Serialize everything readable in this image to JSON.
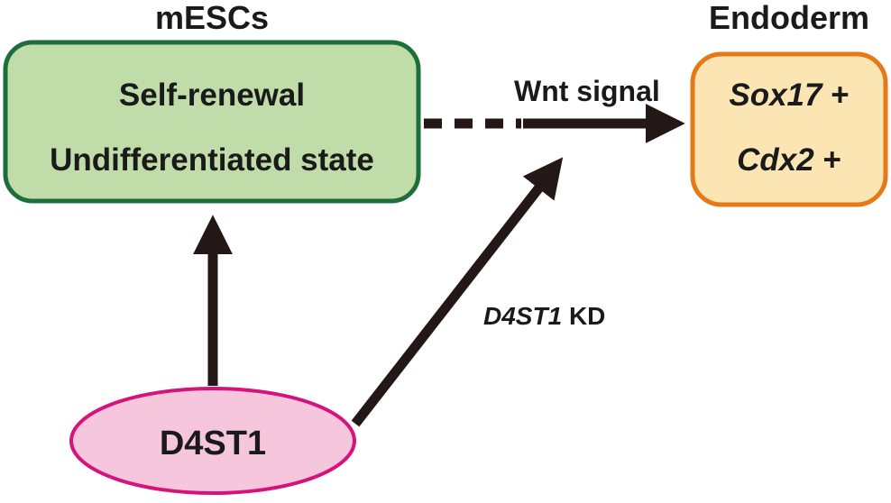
{
  "mescs": {
    "title": "mESCs",
    "line1": "Self-renewal",
    "line2": "Undifferentiated state",
    "fill": "#c0dca8",
    "stroke": "#1e6e3c"
  },
  "endoderm": {
    "title": "Endoderm",
    "marker1_gene": "Sox17",
    "marker1_sign": "+",
    "marker2_gene": "Cdx2",
    "marker2_sign": "+",
    "fill": "#fbe6b3",
    "stroke": "#e67817"
  },
  "d4st1": {
    "label": "D4ST1",
    "fill": "#f5c6dc",
    "stroke": "#d4147c"
  },
  "edges": {
    "wnt_label": "Wnt signal",
    "kd_gene": "D4ST1",
    "kd_suffix": "KD",
    "arrow_color": "#231815"
  }
}
